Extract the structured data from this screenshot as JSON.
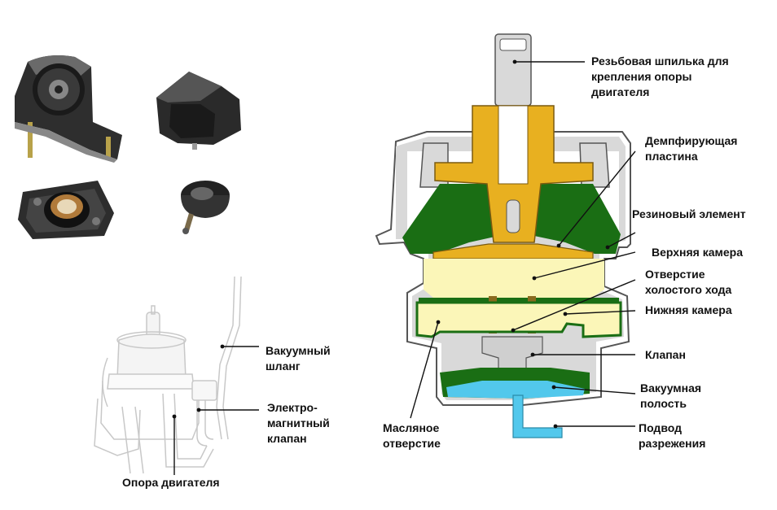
{
  "colors": {
    "steel": "#d9d9d9",
    "steel_outline": "#555555",
    "yellow_metal": "#e8b020",
    "rubber_green": "#1a6e14",
    "upper_chamber": "#fbf6b8",
    "vacuum_blue": "#52c8ec",
    "valve_gray": "#cfcfcf",
    "bronze": "#8a6a1e"
  },
  "photos": [
    {
      "name": "mount-photo-1",
      "icon": "bracket-mount-icon"
    },
    {
      "name": "mount-photo-2",
      "icon": "block-mount-icon"
    },
    {
      "name": "mount-photo-3",
      "icon": "flange-bushing-icon"
    },
    {
      "name": "mount-photo-4",
      "icon": "round-mount-icon"
    }
  ],
  "sketch_labels": {
    "vacuum_hose": [
      "Вакуумный",
      "шланг"
    ],
    "solenoid_valve": [
      "Электро-",
      "магнитный",
      "клапан"
    ],
    "engine_mount": [
      "Опора двигателя"
    ]
  },
  "section_labels": {
    "threaded_stud": [
      "Резьбовая шпилька для",
      "крепления опоры",
      "двигателя"
    ],
    "damping_plate": [
      "Демпфирующая",
      "пластина"
    ],
    "rubber_element": [
      "Резиновый элемент"
    ],
    "upper_chamber": [
      "Верхняя камера"
    ],
    "idle_orifice": [
      "Отверстие",
      "холостого хода"
    ],
    "lower_chamber": [
      "Нижняя камера"
    ],
    "valve": [
      "Клапан"
    ],
    "vacuum_cavity": [
      "Вакуумная",
      "полость"
    ],
    "vacuum_inlet": [
      "Подвод",
      "разрежения"
    ],
    "oil_orifice": [
      "Масляное",
      "отверстие"
    ]
  }
}
